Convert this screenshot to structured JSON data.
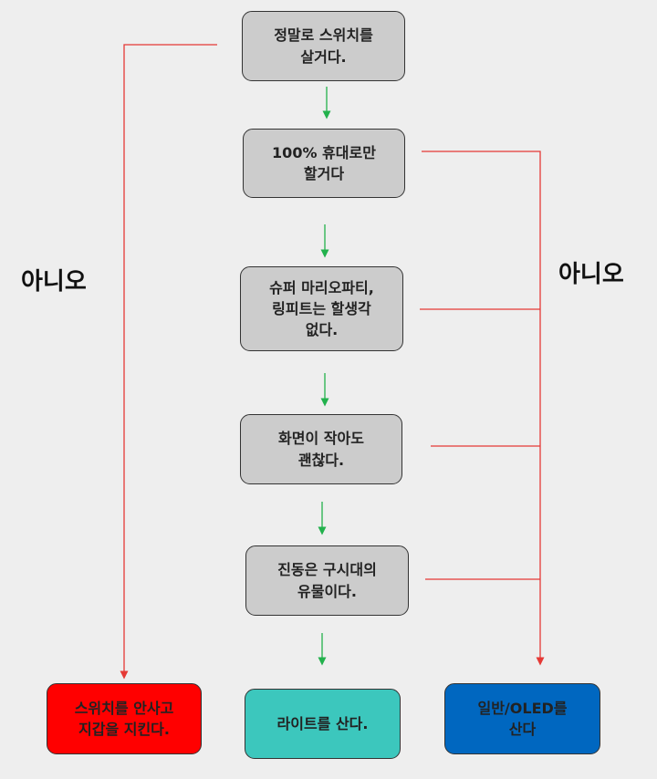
{
  "colors": {
    "step_fill": "#cccccc",
    "red_line": "#e53935",
    "green_arrow": "#22b14c",
    "outcome_switch": "#ff0000",
    "outcome_lite": "#3cc7bd",
    "outcome_oled": "#0067c0"
  },
  "steps": [
    "정말로 스위치를\n살거다.",
    "100% 휴대로만\n할거다",
    "슈퍼 마리오파티,\n링피트는 할생각\n없다.",
    "화면이 작아도\n괜찮다.",
    "진동은 구시대의\n유물이다."
  ],
  "outcomes": {
    "no_switch": "스위치를 안사고\n지갑을 지킨다.",
    "lite": "라이트를 산다.",
    "oled": "일반/OLED를\n산다"
  },
  "labels": {
    "left_no": "아니오",
    "right_no": "아니오"
  }
}
